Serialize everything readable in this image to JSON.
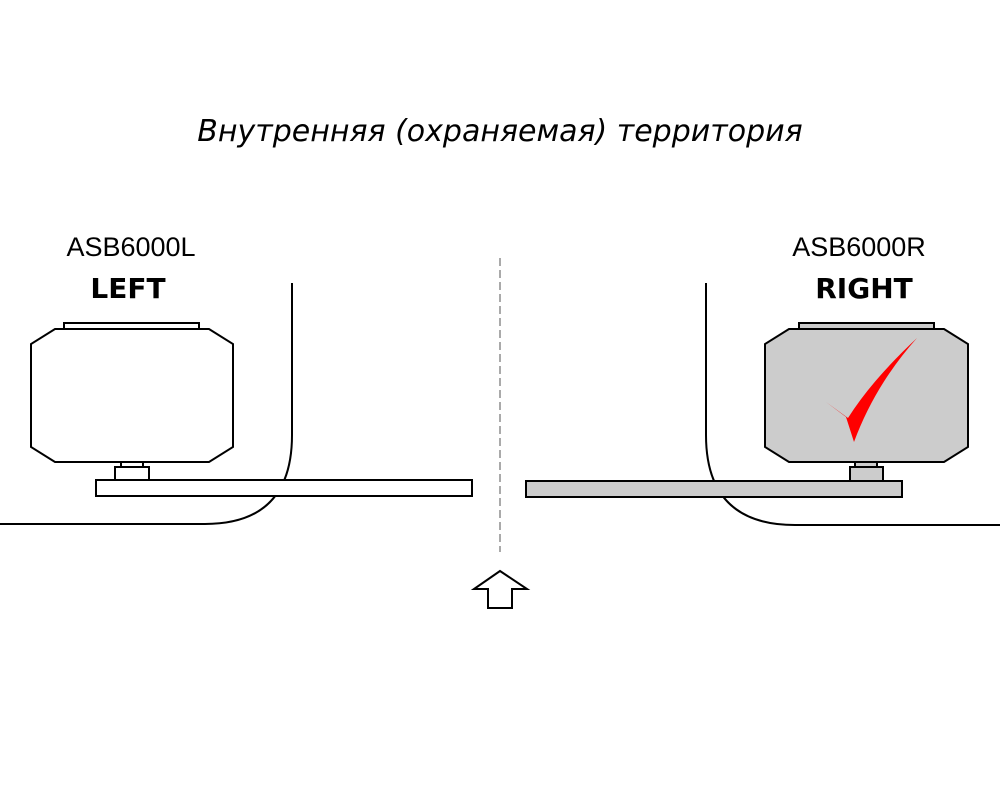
{
  "title": "Внутренняя (охраняемая) территория",
  "left": {
    "model": "ASB6000L",
    "side": "LEFT",
    "selected": false
  },
  "right": {
    "model": "ASB6000R",
    "side": "RIGHT",
    "selected": true
  },
  "colors": {
    "selected_fill": "#cccccc",
    "check": "#ff0000",
    "stroke": "#000000"
  },
  "icons": {
    "direction": "arrow-up-icon",
    "selected_mark": "checkmark-icon"
  }
}
